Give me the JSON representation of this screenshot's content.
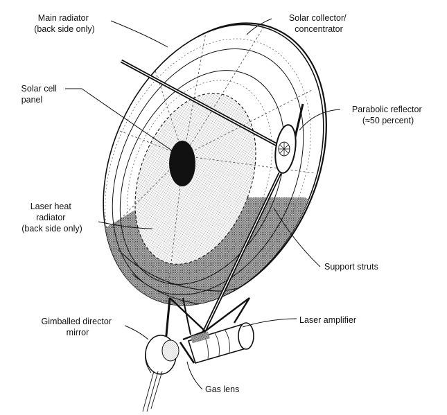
{
  "labels": {
    "main_radiator": [
      "Main radiator",
      "(back side only)"
    ],
    "solar_collector": [
      "Solar collector/",
      "concentrator"
    ],
    "solar_cell_panel": [
      "Solar cell",
      "panel"
    ],
    "parabolic_reflector": [
      "Parabolic reflector",
      "(≈50 percent)"
    ],
    "laser_heat_radiator": [
      "Laser heat",
      "radiator",
      "(back side only)"
    ],
    "support_struts": [
      "Support struts"
    ],
    "gimballed_mirror": [
      "Gimballed director",
      "mirror"
    ],
    "laser_amplifier": [
      "Laser amplifier"
    ],
    "gas_lens": [
      "Gas lens"
    ]
  },
  "colors": {
    "line": "#111111",
    "radiator_fill": "#d2d2d2",
    "laser_radiator_fill": "#9e9e9e",
    "solar_cell_fill": "#111111",
    "background": "#ffffff"
  }
}
